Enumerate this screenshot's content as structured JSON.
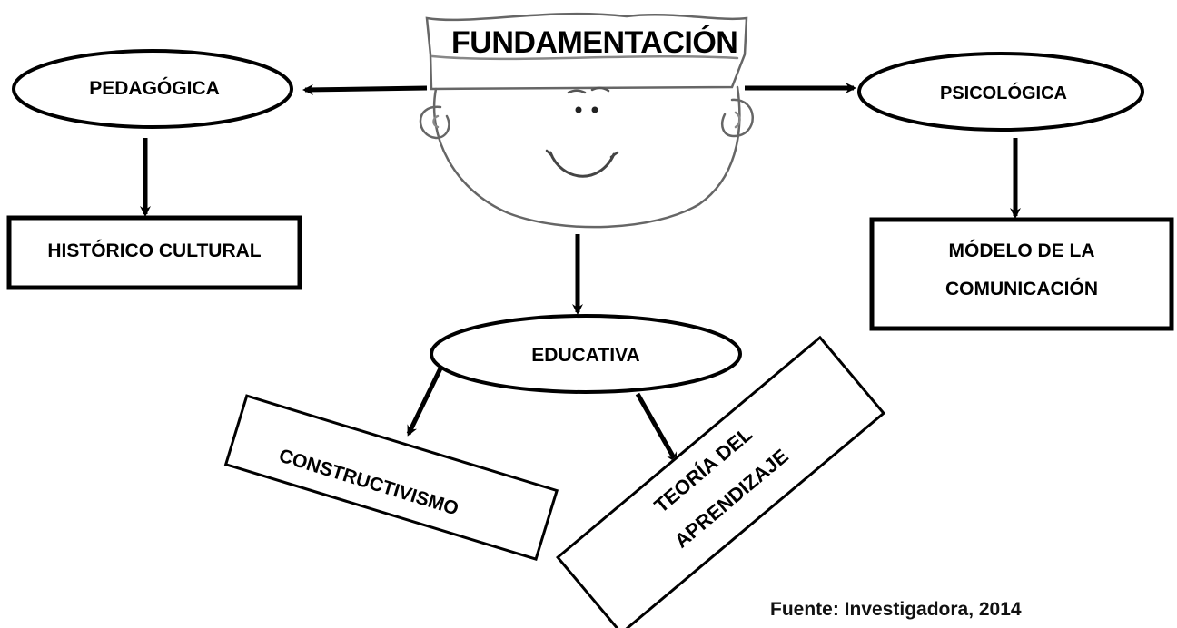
{
  "title": "FUNDAMENTACIÓN",
  "nodes": {
    "pedagogica": "PEDAGÓGICA",
    "psicologica": "PSICOLÓGICA",
    "historico_cultural": "HISTÓRICO CULTURAL",
    "modelo_line1": "MÓDELO DE LA",
    "modelo_line2": "COMUNICACIÓN",
    "educativa": "EDUCATIVA",
    "constructivismo": "CONSTRUCTIVISMO",
    "teoria_line1": "TEORÍA DEL",
    "teoria_line2": "APRENDIZAJE"
  },
  "source": "Fuente: Investigadora, 2014",
  "colors": {
    "stroke": "#000000",
    "background": "#ffffff"
  }
}
